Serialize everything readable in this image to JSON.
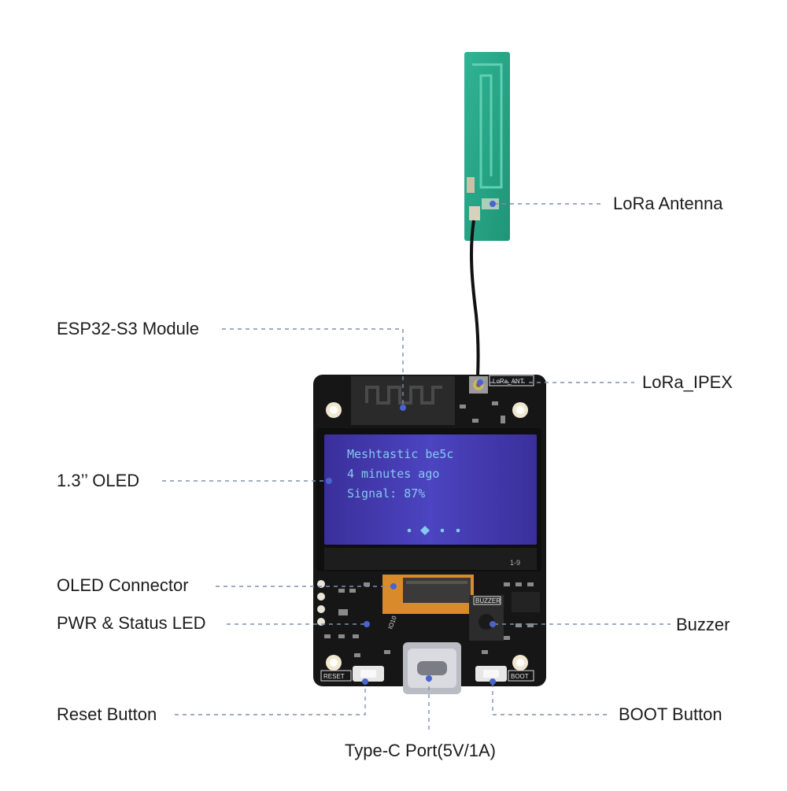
{
  "labels": {
    "lora_antenna": "LoRa Antenna",
    "esp32_module": "ESP32-S3 Module",
    "lora_ipex": "LoRa_IPEX",
    "oled": "1.3’’ OLED",
    "oled_connector": "OLED Connector",
    "pwr_status_led": "PWR & Status LED",
    "buzzer": "Buzzer",
    "reset_button": "Reset Button",
    "boot_button": "BOOT Button",
    "type_c_port": "Type-C Port(5V/1A)"
  },
  "oled_screen": {
    "line1": "Meshtastic be5c",
    "line2": "4 minutes ago",
    "line3": "Signal: 87%"
  },
  "silkscreen": {
    "lora_ant": "LoRa_ANT",
    "reset": "RESET",
    "boot": "BOOT",
    "buzzer": "BUZZER",
    "io": "IO10"
  },
  "colors": {
    "leader_line": "#7f8fb0",
    "pcb": "#161616",
    "antenna": "#27a98a",
    "oled_bg": "#4a3fb0",
    "oled_text": "#86c8f0",
    "flex_cable": "#d98a2b"
  }
}
